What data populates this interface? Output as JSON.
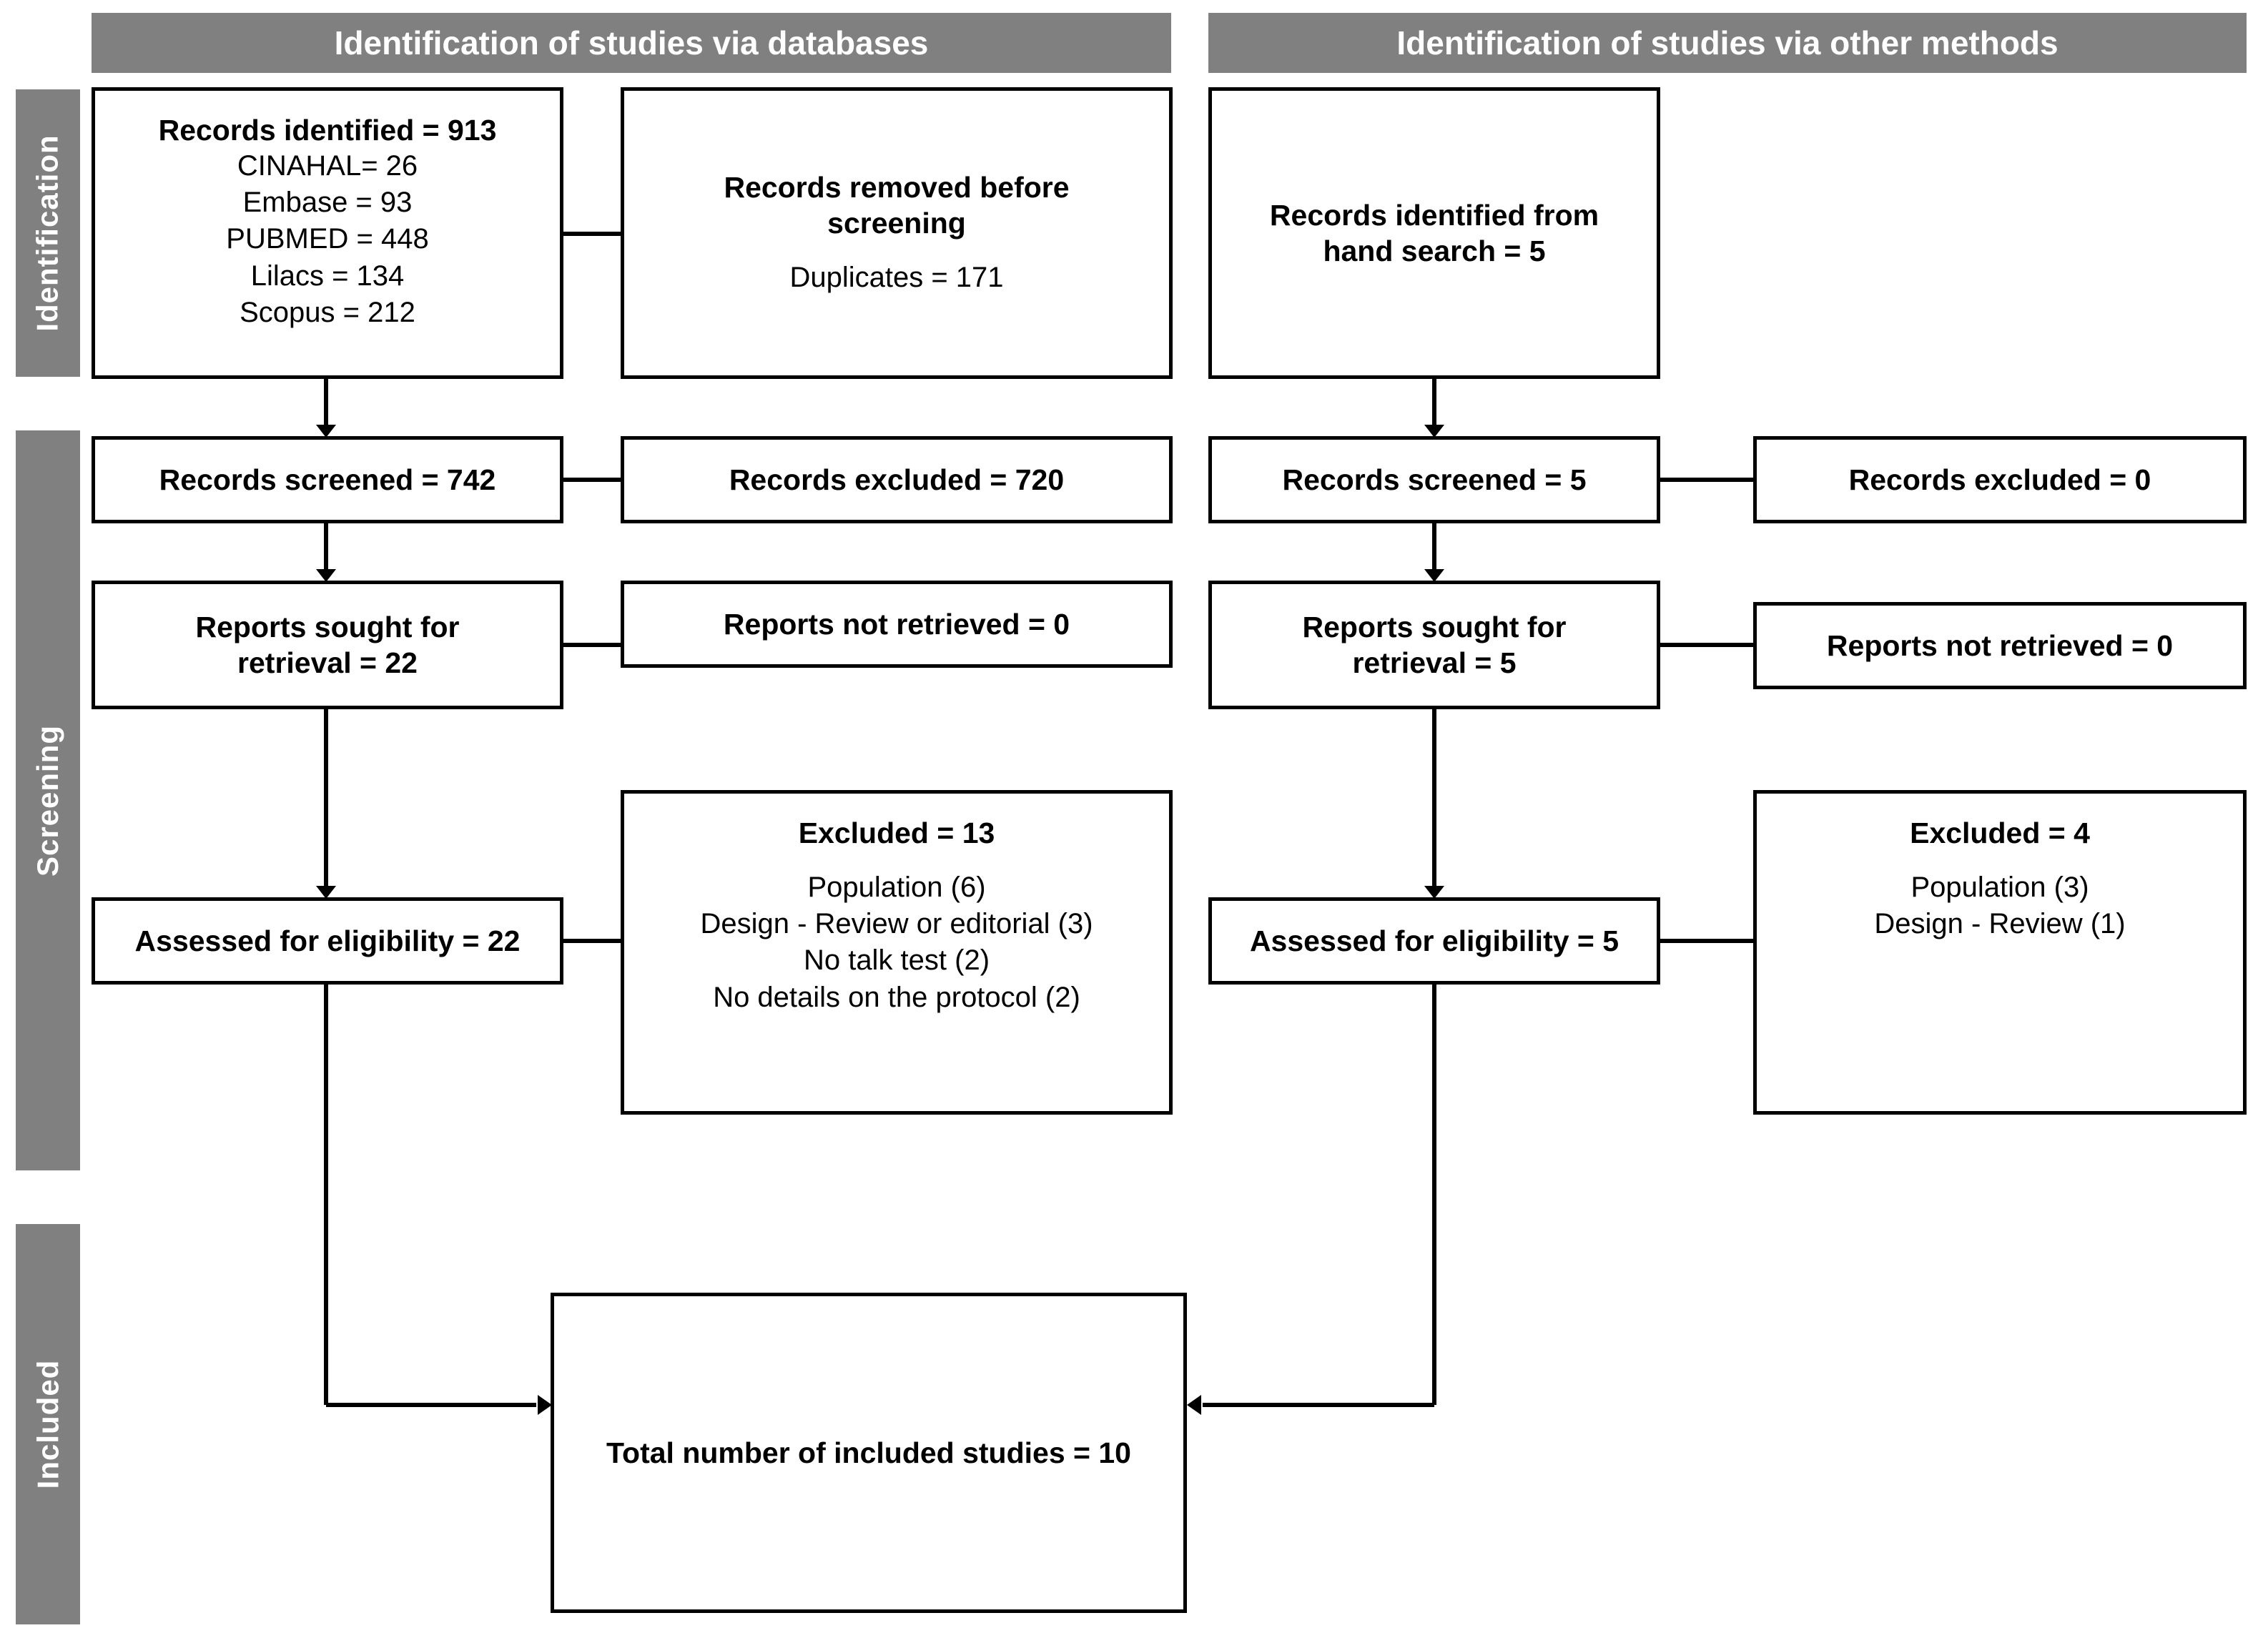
{
  "diagram": {
    "type": "prisma-flow-diagram",
    "accent_gray": "#808080",
    "line_color": "#000000",
    "background": "#ffffff"
  },
  "phases": [
    {
      "id": "identification",
      "label": "Identification"
    },
    {
      "id": "screening",
      "label": "Screening"
    },
    {
      "id": "included",
      "label": "Included"
    }
  ],
  "columns": [
    {
      "id": "databases",
      "header": "Identification of studies via databases"
    },
    {
      "id": "other",
      "header": "Identification of studies via other methods"
    }
  ],
  "nodes": {
    "records_identified": {
      "title": "Records identified = 913",
      "details": "CINAHAL= 26\nEmbase = 93\nPUBMED = 448\nLilacs = 134\nScopus = 212"
    },
    "records_removed": {
      "title": "Records removed before\nscreening",
      "details": "Duplicates = 171"
    },
    "records_screened_db": {
      "title": "Records screened = 742",
      "details": ""
    },
    "records_excluded_db": {
      "title": "Records excluded =  720",
      "details": ""
    },
    "reports_sought_db": {
      "title": "Reports sought for\nretrieval = 22",
      "details": ""
    },
    "reports_not_retrieved_db": {
      "title": "Reports not retrieved = 0",
      "details": ""
    },
    "assessed_db": {
      "title": "Assessed for eligibility = 22",
      "details": ""
    },
    "excluded_db": {
      "title": "Excluded = 13",
      "details": "Population (6)\nDesign - Review or editorial (3)\nNo talk test (2)\nNo details on the protocol (2)"
    },
    "records_identified_hand": {
      "title": "Records identified from\nhand search = 5",
      "details": ""
    },
    "records_screened_other": {
      "title": "Records screened = 5",
      "details": ""
    },
    "records_excluded_other": {
      "title": "Records excluded = 0",
      "details": ""
    },
    "reports_sought_other": {
      "title": "Reports sought for\nretrieval = 5",
      "details": ""
    },
    "reports_not_retrieved_other": {
      "title": "Reports not retrieved = 0",
      "details": ""
    },
    "assessed_other": {
      "title": "Assessed for eligibility = 5",
      "details": ""
    },
    "excluded_other": {
      "title": "Excluded = 4",
      "details": "Population (3)\nDesign - Review (1)"
    },
    "total_included": {
      "title": "Total number of included studies = 10",
      "details": ""
    }
  },
  "chart_data": {
    "type": "diagram",
    "title": "PRISMA 2020 flow diagram",
    "flow": [
      {
        "stage": "Records identified (databases)",
        "value": 913,
        "breakdown": {
          "CINAHAL": 26,
          "Embase": 93,
          "PUBMED": 448,
          "Lilacs": 134,
          "Scopus": 212
        }
      },
      {
        "stage": "Records removed before screening - Duplicates",
        "value": 171
      },
      {
        "stage": "Records screened (databases)",
        "value": 742
      },
      {
        "stage": "Records excluded (databases)",
        "value": 720
      },
      {
        "stage": "Reports sought for retrieval (databases)",
        "value": 22
      },
      {
        "stage": "Reports not retrieved (databases)",
        "value": 0
      },
      {
        "stage": "Assessed for eligibility (databases)",
        "value": 22
      },
      {
        "stage": "Excluded (databases)",
        "value": 13,
        "reasons": {
          "Population": 6,
          "Design - Review or editorial": 3,
          "No talk test": 2,
          "No details on the protocol": 2
        }
      },
      {
        "stage": "Records identified from hand search",
        "value": 5
      },
      {
        "stage": "Records screened (other methods)",
        "value": 5
      },
      {
        "stage": "Records excluded (other methods)",
        "value": 0
      },
      {
        "stage": "Reports sought for retrieval (other methods)",
        "value": 5
      },
      {
        "stage": "Reports not retrieved (other methods)",
        "value": 0
      },
      {
        "stage": "Assessed for eligibility (other methods)",
        "value": 5
      },
      {
        "stage": "Excluded (other methods)",
        "value": 4,
        "reasons": {
          "Population": 3,
          "Design - Review": 1
        }
      },
      {
        "stage": "Total number of included studies",
        "value": 10
      }
    ]
  }
}
